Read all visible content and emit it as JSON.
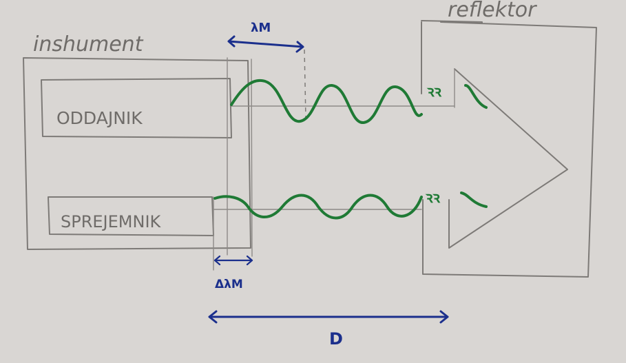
{
  "labels": {
    "instrument": "inshument",
    "reflector": "reflektor",
    "transmitter": "ODDAJNIK",
    "receiver": "SPREJEMNIK",
    "wavelength": "λM",
    "delta_wavelength": "ΔλM",
    "distance": "D",
    "break_mark_top": "ꝛꝛ",
    "break_mark_bottom": "ꝛꝛ"
  },
  "colors": {
    "paper": "#d9d6d3",
    "pencil": "#7d7a77",
    "wave": "#1f7a35",
    "ink": "#1b2f8c"
  }
}
